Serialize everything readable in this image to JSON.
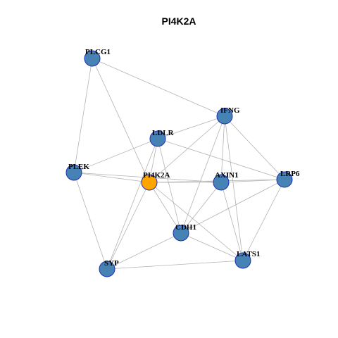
{
  "title": "PI4K2A",
  "colors": {
    "background": "#ffffff",
    "edge": "#b3b3b3",
    "node_fill": "#4682b4",
    "node_border": "#1f2fb8",
    "center_fill": "#ffa500",
    "center_border": "#333333",
    "label": "#000000"
  },
  "center_node": "PI4K2A",
  "nodes": [
    "PLCG1",
    "IFNG",
    "LDLR",
    "PLEK",
    "PI4K2A",
    "AXIN1",
    "LRP6",
    "CDH1",
    "LATS1",
    "SYP"
  ],
  "edges": [
    [
      "PLCG1",
      "IFNG"
    ],
    [
      "PLCG1",
      "PLEK"
    ],
    [
      "PLCG1",
      "PI4K2A"
    ],
    [
      "IFNG",
      "LDLR"
    ],
    [
      "IFNG",
      "PI4K2A"
    ],
    [
      "IFNG",
      "AXIN1"
    ],
    [
      "IFNG",
      "LRP6"
    ],
    [
      "IFNG",
      "CDH1"
    ],
    [
      "IFNG",
      "LATS1"
    ],
    [
      "LDLR",
      "PLEK"
    ],
    [
      "LDLR",
      "PI4K2A"
    ],
    [
      "LDLR",
      "LRP6"
    ],
    [
      "LDLR",
      "CDH1"
    ],
    [
      "LDLR",
      "SYP"
    ],
    [
      "PLEK",
      "PI4K2A"
    ],
    [
      "PLEK",
      "AXIN1"
    ],
    [
      "PLEK",
      "SYP"
    ],
    [
      "PI4K2A",
      "AXIN1"
    ],
    [
      "PI4K2A",
      "LRP6"
    ],
    [
      "PI4K2A",
      "CDH1"
    ],
    [
      "PI4K2A",
      "LATS1"
    ],
    [
      "PI4K2A",
      "SYP"
    ],
    [
      "AXIN1",
      "CDH1"
    ],
    [
      "AXIN1",
      "LATS1"
    ],
    [
      "AXIN1",
      "LRP6"
    ],
    [
      "LRP6",
      "CDH1"
    ],
    [
      "LRP6",
      "LATS1"
    ],
    [
      "CDH1",
      "SYP"
    ],
    [
      "CDH1",
      "LATS1"
    ],
    [
      "SYP",
      "LATS1"
    ]
  ]
}
